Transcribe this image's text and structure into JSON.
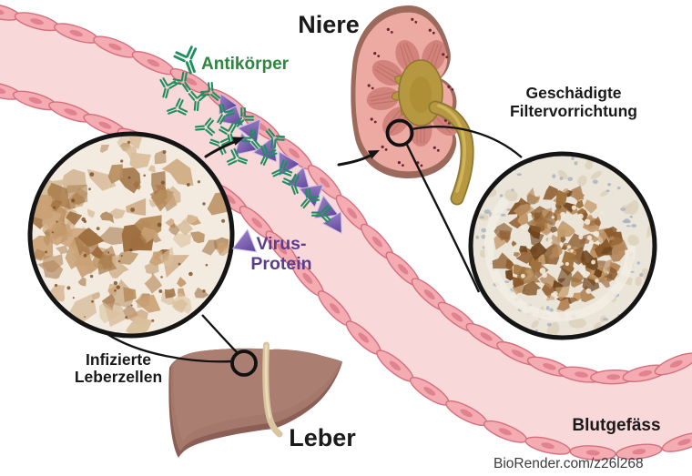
{
  "diagram": {
    "niere_label": "Niere",
    "antikoerper_label": "Antikörper",
    "virus_label_line1": "Virus-",
    "virus_label_line2": "Protein",
    "filter_label_line1": "Geschädigte",
    "filter_label_line2": "Filtervorrichtung",
    "infected_label_line1": "Infizierte",
    "infected_label_line2": "Leberzellen",
    "leber_label": "Leber",
    "blutgefaess_label": "Blutgefäss",
    "credit": "BioRender.com/z26l268"
  },
  "colors": {
    "antibody_green": "#1f8f60",
    "antibody_text_green": "#2e8540",
    "virus_purple": "#6a4da0",
    "virus_text_purple": "#5b3d8e",
    "vessel_lumen_pink": "#f9d8d9",
    "vessel_wall_pink": "#f4abb2",
    "kidney_cortex": "#edaaa3",
    "kidney_pelvis_olive": "#b5983f",
    "liver_brown": "#a5786c",
    "micrograph_stain_brown": "#9e6e3f",
    "label_black": "#1a1a1a"
  }
}
